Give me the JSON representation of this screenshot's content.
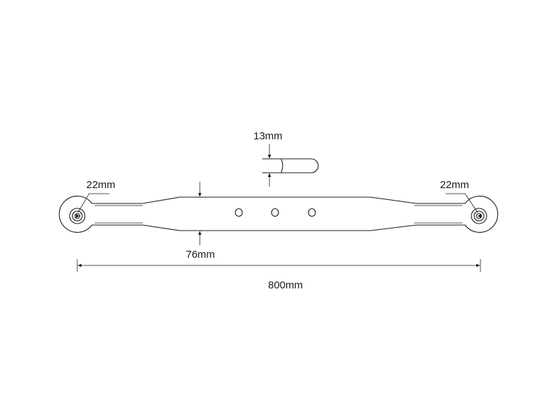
{
  "dimensions": {
    "hole_left": "22mm",
    "hole_right": "22mm",
    "bar_width": "76mm",
    "bar_thickness": "13mm",
    "overall_length": "800mm"
  },
  "colors": {
    "line": "#1a1a1a",
    "background": "#ffffff"
  }
}
